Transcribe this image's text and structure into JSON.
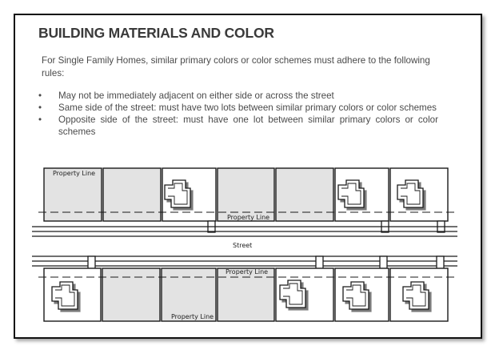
{
  "document": {
    "title": "BUILDING MATERIALS AND COLOR",
    "intro": "For Single Family Homes, similar primary colors or color schemes must adhere to the following rules:",
    "rules": [
      "May not be immediately adjacent on either side or across the street",
      "Same side of the street: must have two lots between similar primary colors or color schemes",
      "Opposite side of the street: must have one lot between similar primary colors or color schemes"
    ]
  },
  "diagram": {
    "labels": {
      "property_line_top_left": "Property Line",
      "property_line_top_mid": "Property Line",
      "street": "Street",
      "property_line_bottom_mid": "Property Line",
      "property_line_bottom": "Property Line"
    },
    "colors": {
      "shaded_lot": "#e3e3e3",
      "line": "#1a1a1a",
      "house_shadow": "#7a7a7a"
    }
  }
}
